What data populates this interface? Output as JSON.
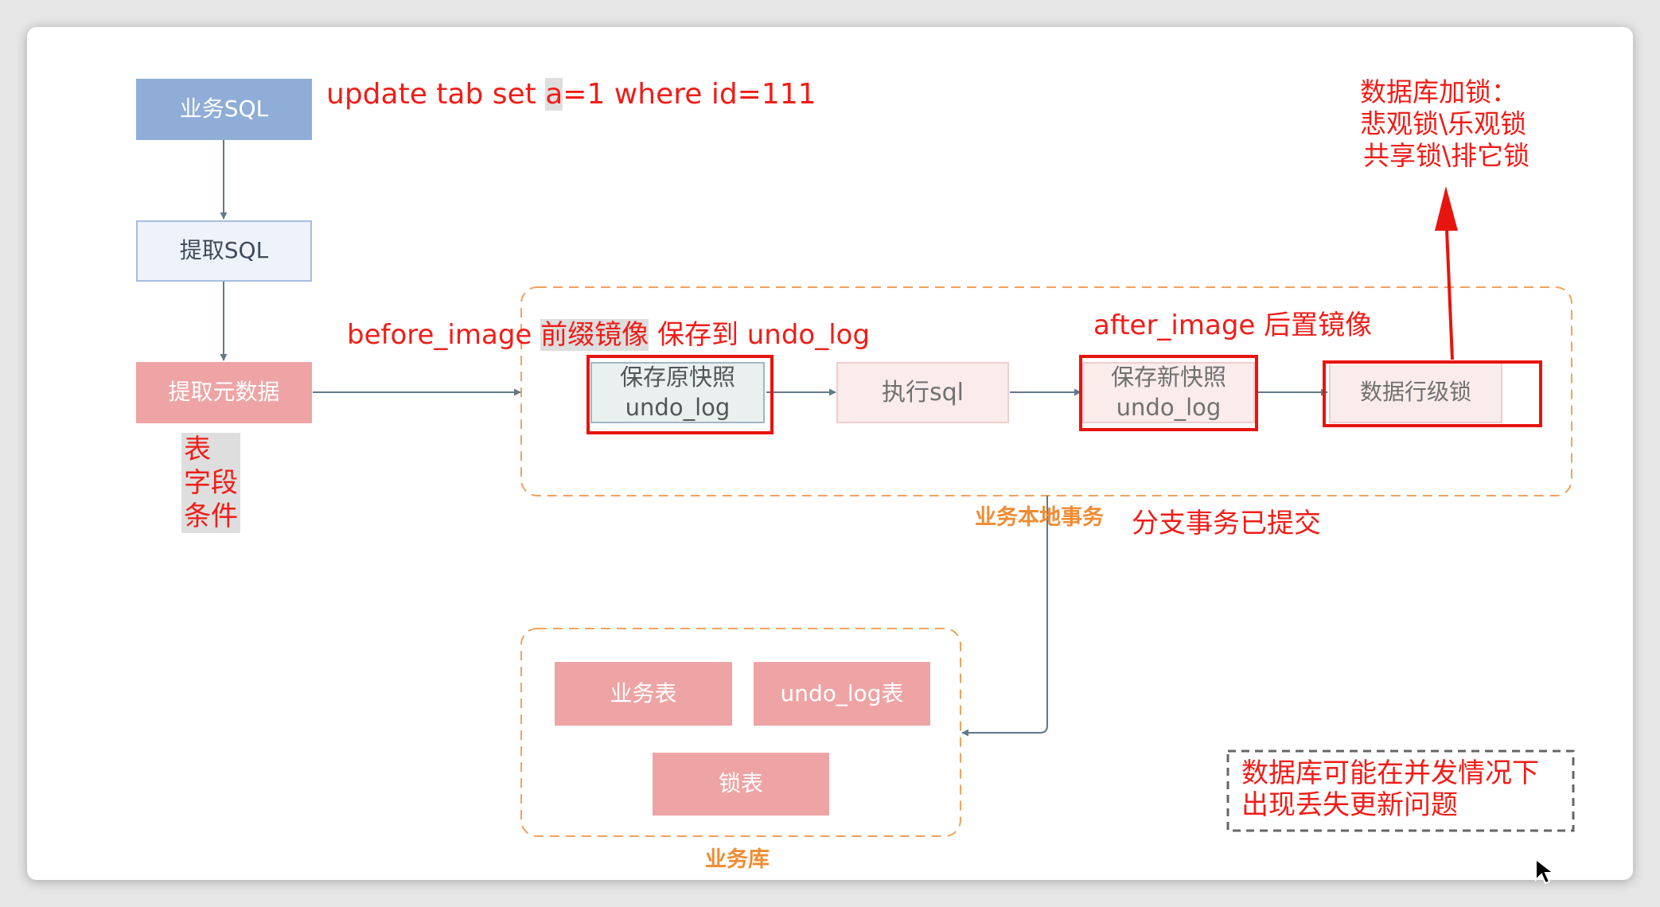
{
  "flow": {
    "business_sql": "业务SQL",
    "extract_sql": "提取SQL",
    "extract_meta": "提取元数据",
    "save_before_line1": "保存原快照",
    "save_before_line2": "undo_log",
    "exec_sql": "执行sql",
    "save_after_line1": "保存新快照",
    "save_after_line2": "undo_log",
    "row_lock": "数据行级锁"
  },
  "group_labels": {
    "local_tx": "业务本地事务",
    "business_db": "业务库"
  },
  "db_tables": {
    "business_table": "业务表",
    "undo_log_table": "undo_log表",
    "lock_table": "锁表"
  },
  "annotations": {
    "sql_statement_pre": "update tab set ",
    "sql_statement_hl": "a",
    "sql_statement_post": "=1 where id=111",
    "meta_items": [
      "表",
      "字段",
      "条件"
    ],
    "before_image_pre": "before_image ",
    "before_image_hl": "前缀镜像",
    "before_image_post": " 保存到 undo_log",
    "after_image": "after_image 后置镜像",
    "branch_committed": "分支事务已提交",
    "db_lock_types": [
      "数据库加锁：",
      "悲观锁\\乐观锁",
      "共享锁\\排它锁"
    ],
    "lost_update_note": [
      "数据库可能在并发情况下",
      "出现丢失更新问题"
    ]
  },
  "colors": {
    "annotation_red": "#f01d18",
    "group_orange": "#ef8c34",
    "connector": "#5f7a86"
  }
}
